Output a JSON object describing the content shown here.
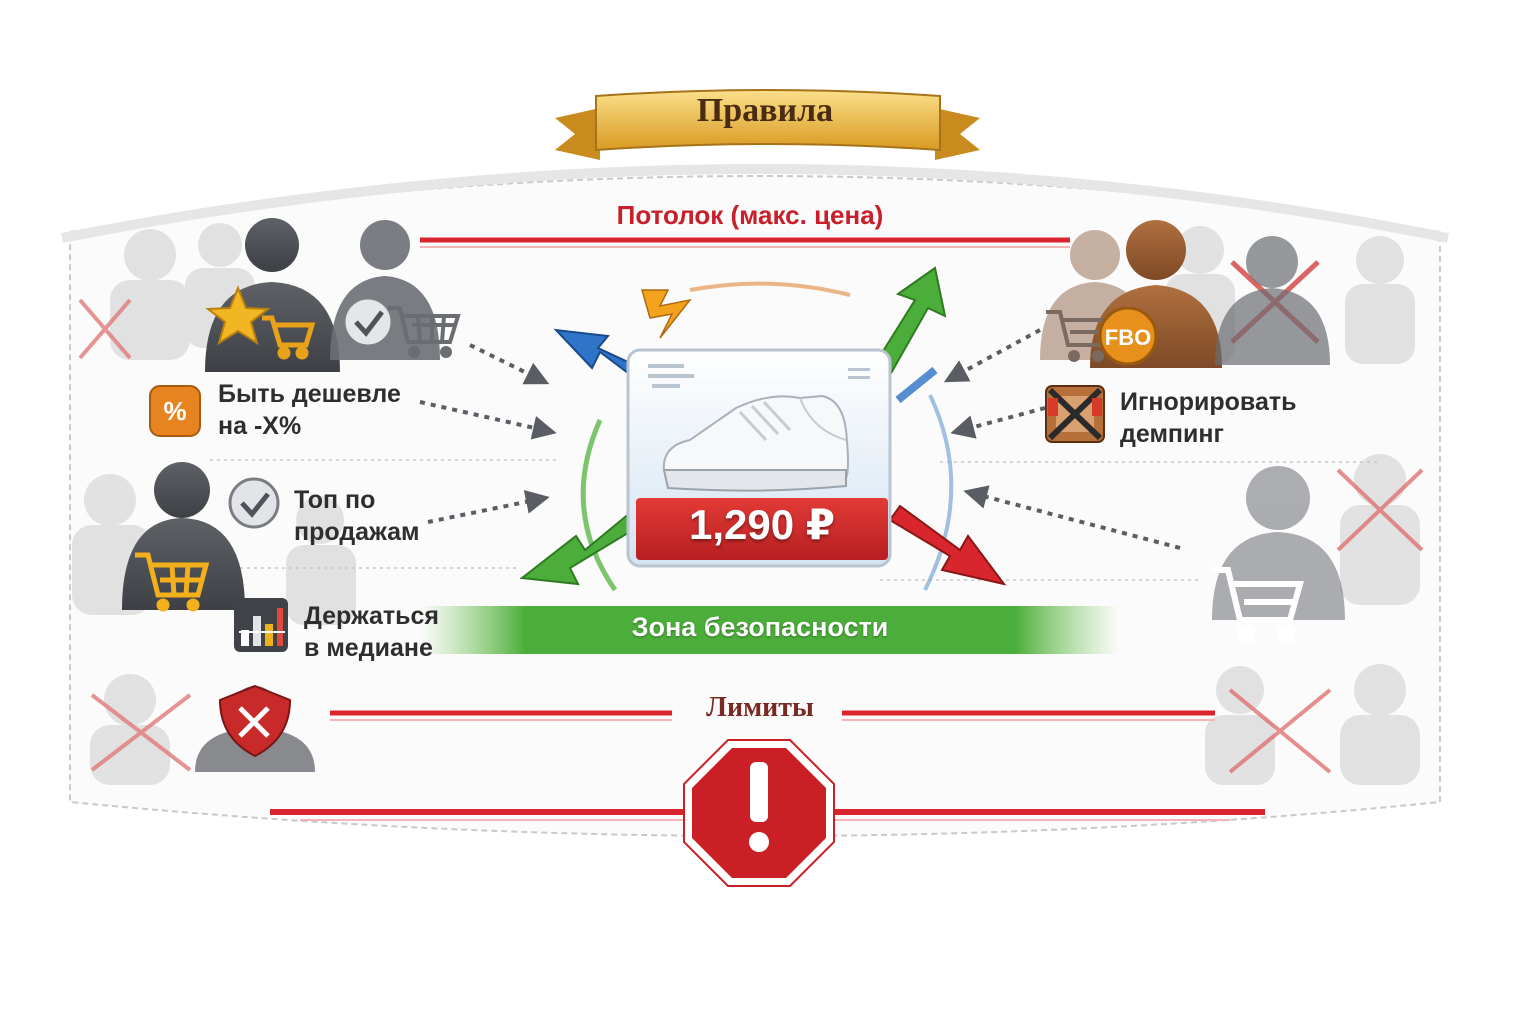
{
  "title": "Правила",
  "ceiling_label": "Потолок (макс. цена)",
  "product": {
    "price": "1,290 ₽",
    "icon": "sneaker-icon"
  },
  "safety_zone_label": "Зона безопасности",
  "limits_label": "Лимиты",
  "rules_left": [
    {
      "line1": "Быть дешевле",
      "line2": "на -X%",
      "icon": "percent-icon"
    },
    {
      "line1": "Топ по",
      "line2": "продажам",
      "icon": "check-icon"
    },
    {
      "line1": "Держаться",
      "line2": "в медиане",
      "icon": "bar-chart-icon"
    }
  ],
  "rules_right": [
    {
      "line1": "Игнорировать",
      "line2": "демпинг",
      "icon": "ignore-icon"
    }
  ],
  "fbo_badge": "FBO",
  "percent_badge": "%",
  "colors": {
    "ceiling_red": "#d9262e",
    "safe_green": "#4cae3a",
    "ribbon_gold": "#e9b43a",
    "price_red": "#d42b2b",
    "stop_red": "#c91f25"
  }
}
